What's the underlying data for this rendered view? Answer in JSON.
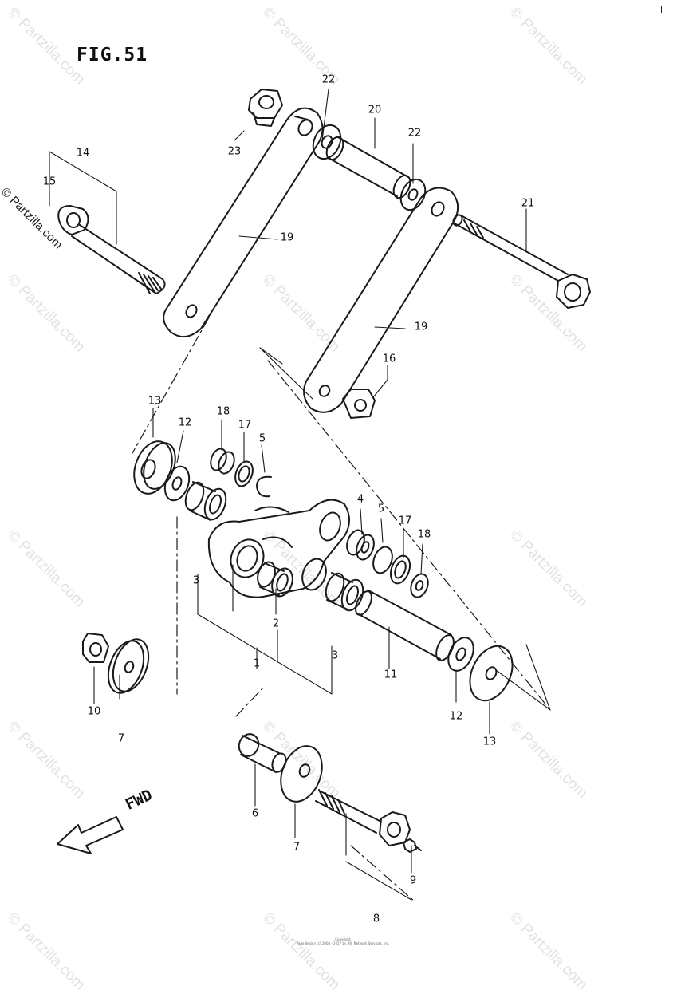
{
  "figure": {
    "title": "FIG.51"
  },
  "watermark": {
    "text": "© Partzilla.com",
    "color": "#e2e2e2"
  },
  "side_watermark": "© Partzilla.com",
  "fwd_label": "FWD",
  "footer": {
    "line1": "Copyright",
    "line2": "Page design (c) 2004 - 2017 by ARI Network Services, Inc."
  },
  "callouts": {
    "c22a": "22",
    "c20": "20",
    "c22b": "22",
    "c23": "23",
    "c14": "14",
    "c15": "15",
    "c19a": "19",
    "c21": "21",
    "c19b": "19",
    "c16": "16",
    "c13a": "13",
    "c12a": "12",
    "c18a": "18",
    "c17a": "17",
    "c5a": "5",
    "c4": "4",
    "c5b": "5",
    "c17b": "17",
    "c18b": "18",
    "c3a": "3",
    "c2": "2",
    "c3b": "3",
    "c1": "1",
    "c11": "11",
    "c10": "10",
    "c7a": "7",
    "c12b": "12",
    "c13b": "13",
    "c6": "6",
    "c7b": "7",
    "c9": "9",
    "c8": "8"
  },
  "colors": {
    "line": "#1a1a1a",
    "background": "#ffffff"
  }
}
